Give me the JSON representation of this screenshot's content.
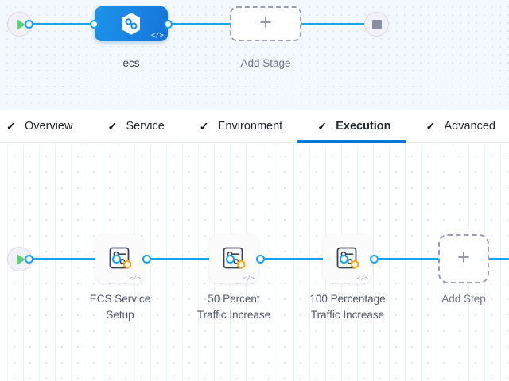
{
  "stage_canvas": {
    "start_node": {
      "name": "start",
      "icon": "play-icon"
    },
    "end_node": {
      "name": "end",
      "icon": "stop-icon"
    },
    "stage": {
      "label": "ecs",
      "icon": "harness-hexagon-icon",
      "code_glyph": "</>",
      "color": "#1b87e4"
    },
    "add_stage": {
      "label": "Add Stage",
      "plus": "+"
    }
  },
  "tabs": {
    "check_glyph": "✓",
    "items": [
      {
        "label": "Overview",
        "active": false
      },
      {
        "label": "Service",
        "active": false
      },
      {
        "label": "Environment",
        "active": false
      },
      {
        "label": "Execution",
        "active": true
      },
      {
        "label": "Advanced",
        "active": false
      }
    ],
    "active_underline_color": "#0278d5"
  },
  "step_canvas": {
    "start_node": {
      "name": "start",
      "icon": "play-icon"
    },
    "steps": [
      {
        "label_line1": "ECS Service",
        "label_line2": "Setup",
        "icon": "step-settings-icon",
        "badge": "hexagon-badge",
        "code_glyph": "</>"
      },
      {
        "label_line1": "50 Percent",
        "label_line2": "Traffic Increase",
        "icon": "step-settings-icon",
        "badge": "hexagon-badge",
        "code_glyph": "</>"
      },
      {
        "label_line1": "100 Percentage",
        "label_line2": "Traffic Increase",
        "icon": "step-settings-icon",
        "badge": "hexagon-badge",
        "code_glyph": "</>"
      }
    ],
    "add_step": {
      "label": "Add Step",
      "plus": "+"
    }
  },
  "colors": {
    "connector": "#18a2f0",
    "accent": "#0278d5",
    "badge": "#f5a623",
    "play": "#5fce7e",
    "stop": "#8b8fa3"
  }
}
